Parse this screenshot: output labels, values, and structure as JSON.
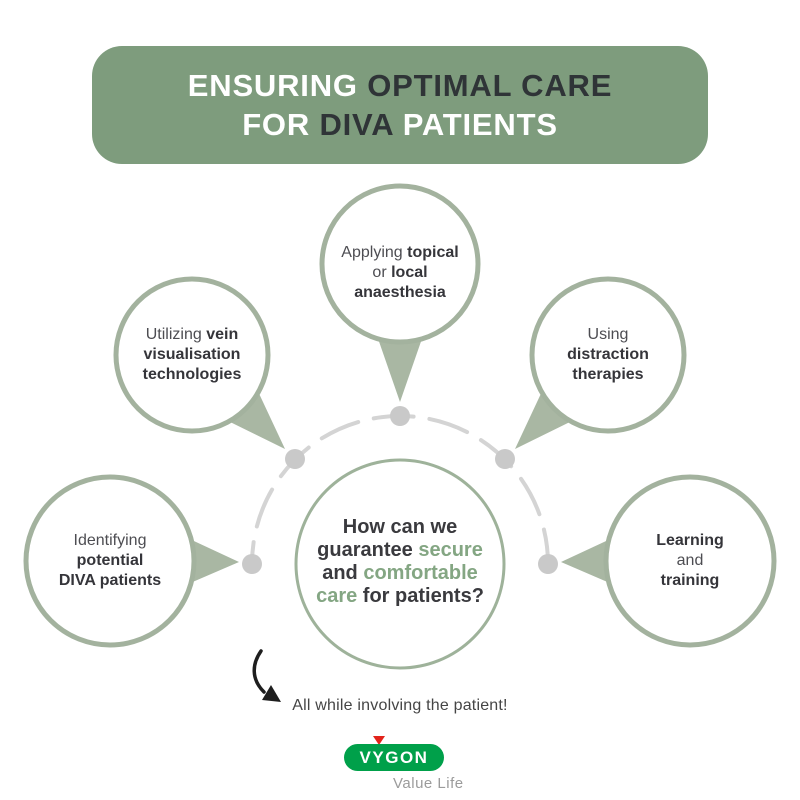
{
  "header": {
    "seg1": "ENSURING",
    "seg2": "OPTIMAL CARE",
    "seg3": "FOR",
    "seg4": "DIVA",
    "seg5": "PATIENTS"
  },
  "center_bubble": {
    "line1": "How can we",
    "line2_dark": "guarantee",
    "line2_green": "secure",
    "line3_dark": "and",
    "line3_green": "comfortable",
    "line4_green": "care",
    "line4_dark": "for patients?"
  },
  "bubbles": {
    "top": {
      "normal1": "Applying",
      "bold1": "topical",
      "normal2": "or",
      "bold2": "local",
      "bold3": "anaesthesia"
    },
    "upper_left": {
      "normal1": "Utilizing",
      "bold1": "vein",
      "bold2": "visualisation",
      "bold3": "technologies"
    },
    "upper_right": {
      "normal1": "Using",
      "bold1": "distraction",
      "bold2": "therapies"
    },
    "lower_left": {
      "normal1": "Identifying",
      "bold1": "potential",
      "bold2": "DIVA patients"
    },
    "lower_right": {
      "bold1": "Learning",
      "normal1": "and",
      "bold2": "training"
    }
  },
  "footer": {
    "note": "All while involving the patient!",
    "logo_text": "VYGON",
    "tagline": "Value Life"
  },
  "colors": {
    "header_bg": "#7E9C7D",
    "header_dark_text": "#2F3437",
    "header_light_text": "#FFFFFF",
    "bubble_border": "#A3B29E",
    "tail_fill": "#A9B7A3",
    "connector_dot": "#C9C9C9",
    "connector_dash": "#D4D4D4",
    "highlight_green": "#84A683",
    "text_dark": "#3A3A3E",
    "arrow_black": "#1E1E1E",
    "logo_green": "#00A04A",
    "logo_red": "#E2231A",
    "tagline_gray": "#9B9B9B"
  }
}
